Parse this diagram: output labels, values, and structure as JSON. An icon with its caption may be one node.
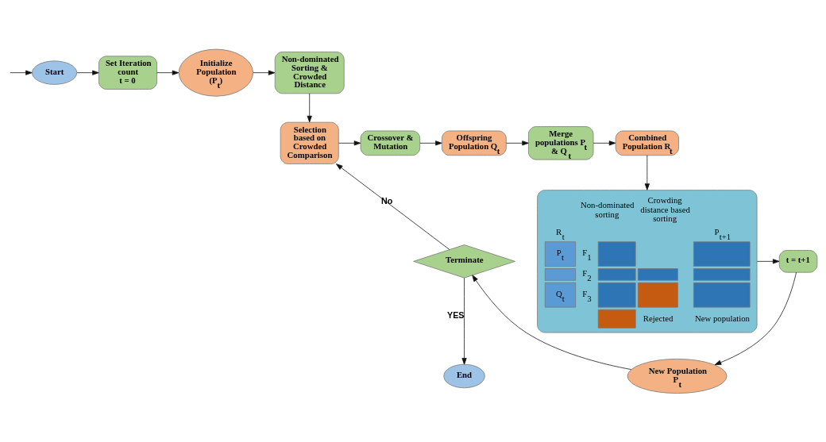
{
  "diagram": {
    "nodes": [
      {
        "text": [
          "Start"
        ]
      },
      {
        "text": [
          "Set Iteration count",
          "t = 0"
        ]
      },
      {
        "text": [
          "Initialize Population (P$_{t}$)"
        ]
      },
      {
        "text": [
          "Non-dominated Sorting & Crowded Distance"
        ]
      },
      {
        "text": [
          "Selection based on Crowded Comparison"
        ]
      },
      {
        "text": [
          "Crossover & Mutation"
        ]
      },
      {
        "text": [
          "Offspring Population Q$_{t}$"
        ]
      },
      {
        "text": [
          "Merge populations P$_{t}$ & Q$_{t}$"
        ]
      },
      {
        "text": [
          "Combined Population R$_{t}$"
        ]
      },
      {
        "text": [
          "Non-dominated sorting",
          "Crowding distance based sorting",
          "R$_{t}$",
          "P$_{t}$",
          "Q$_{t}$",
          "F$_{1}$",
          "F$_{2}$",
          "F$_{3}$",
          "P$_{t+1}$",
          "New population",
          "Rejected"
        ]
      },
      {
        "text": [
          "t = t+1"
        ]
      },
      {
        "text": [
          "New Population P$_{t}$"
        ]
      },
      {
        "text": [
          "Terminate"
        ]
      },
      {
        "text": [
          "End"
        ]
      }
    ],
    "edges": [
      {
        "from": null,
        "to": 0,
        "arrow": "to"
      },
      {
        "from": 0,
        "to": 1,
        "arrow": "to"
      },
      {
        "from": 1,
        "to": 2,
        "arrow": "to"
      },
      {
        "from": 2,
        "to": 3,
        "arrow": "to"
      },
      {
        "from": 3,
        "to": 4,
        "arrow": "to"
      },
      {
        "from": 4,
        "to": 5,
        "arrow": "to"
      },
      {
        "from": 5,
        "to": 6,
        "arrow": "to"
      },
      {
        "from": 6,
        "to": 7,
        "arrow": "to"
      },
      {
        "from": 7,
        "to": 8,
        "arrow": "to"
      },
      {
        "from": 8,
        "to": 9,
        "arrow": "to"
      },
      {
        "from": 9,
        "to": 10,
        "arrow": "to"
      },
      {
        "from": 10,
        "to": 11,
        "arrow": "to"
      },
      {
        "from": 11,
        "to": 12,
        "arrow": "to"
      },
      {
        "from": 12,
        "to": 4,
        "label": "No",
        "arrow": "to"
      },
      {
        "from": 12,
        "to": 13,
        "label": "YES",
        "arrow": "to"
      }
    ]
  }
}
